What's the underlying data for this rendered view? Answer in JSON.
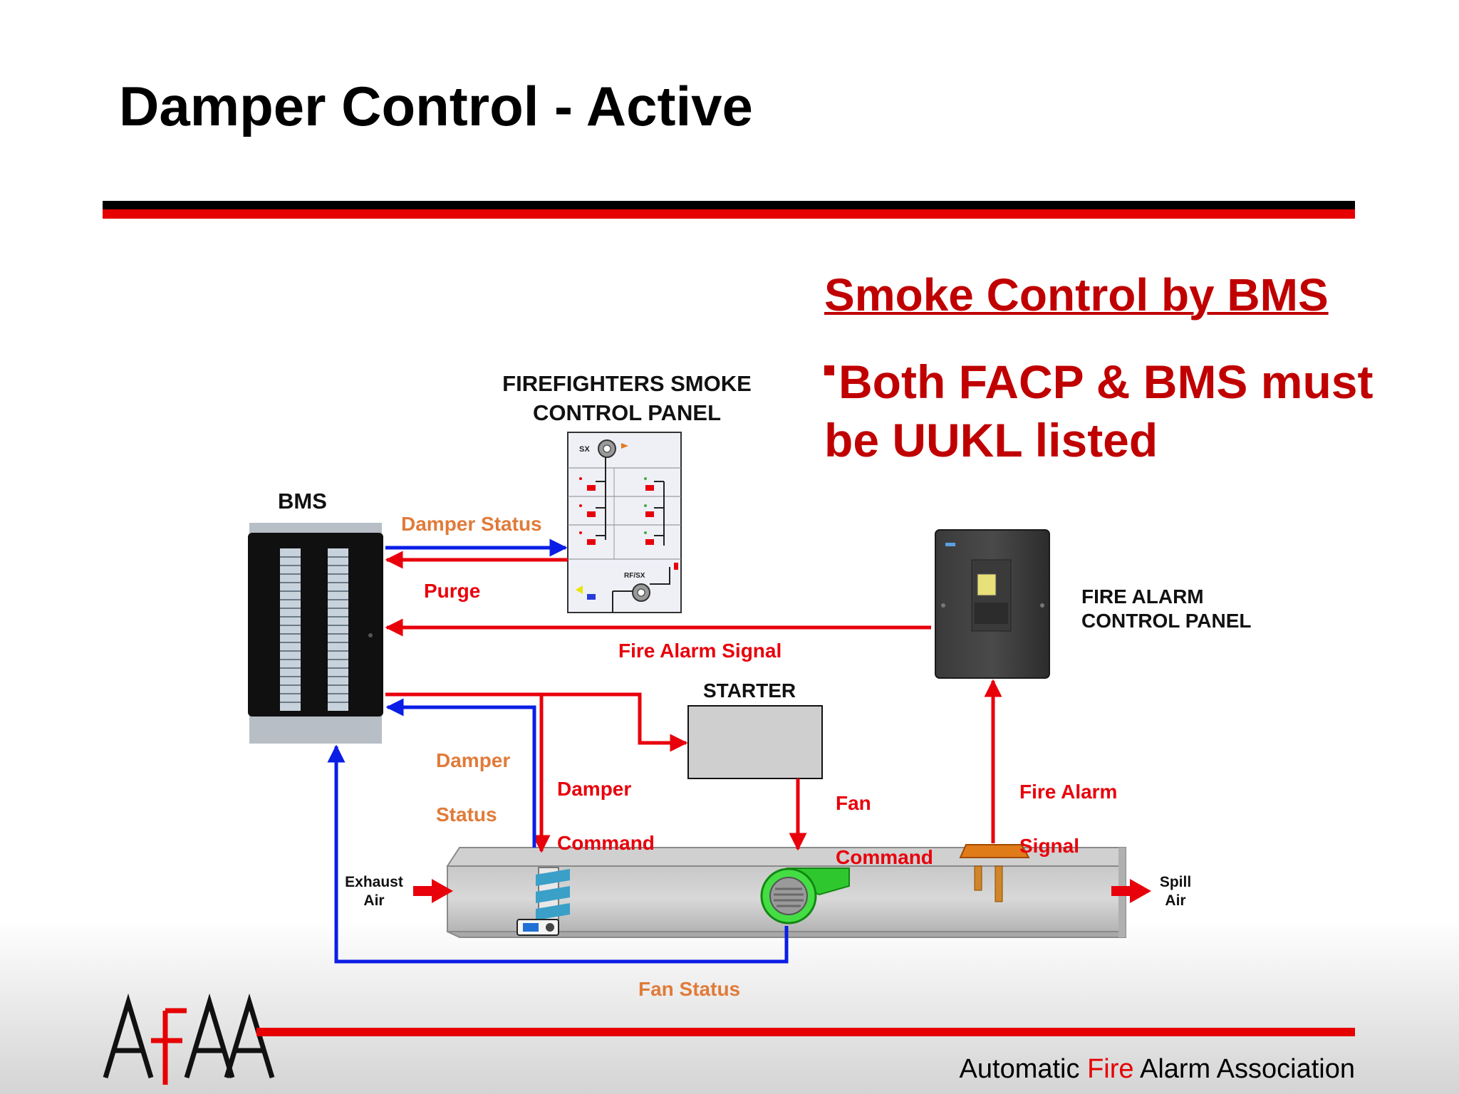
{
  "slide": {
    "title": "Damper Control - Active",
    "heading": "Smoke Control by BMS",
    "bullet": "Both FACP & BMS must be UUKL listed"
  },
  "labels": {
    "ffscp_line1": "FIREFIGHTERS SMOKE",
    "ffscp_line2": "CONTROL PANEL",
    "bms": "BMS",
    "facp_line1": "FIRE ALARM",
    "facp_line2": "CONTROL PANEL",
    "starter": "STARTER",
    "exhaust_line1": "Exhaust",
    "exhaust_line2": "Air",
    "spill_line1": "Spill",
    "spill_line2": "Air"
  },
  "panel_text": {
    "sx": "SX",
    "rfsx": "RF/SX"
  },
  "signals": {
    "damper_status_top": "Damper Status",
    "purge": "Purge",
    "fire_alarm_signal": "Fire Alarm Signal",
    "damper_status_1": "Damper",
    "damper_status_2": "Status",
    "damper_command_1": "Damper",
    "damper_command_2": "Command",
    "fan_command_1": "Fan",
    "fan_command_2": "Command",
    "fire_alarm_1": "Fire Alarm",
    "fire_alarm_2": "Signal",
    "fan_status": "Fan Status"
  },
  "footer": {
    "logo": "AFAA",
    "association_pre": "Automatic ",
    "association_fire": "Fire",
    "association_post": " Alarm Association"
  },
  "colors": {
    "command": "#e8000b",
    "status": "#0a1ee6",
    "status_text": "#e07b39",
    "heading": "#c00000",
    "brand_red": "#e60000"
  }
}
